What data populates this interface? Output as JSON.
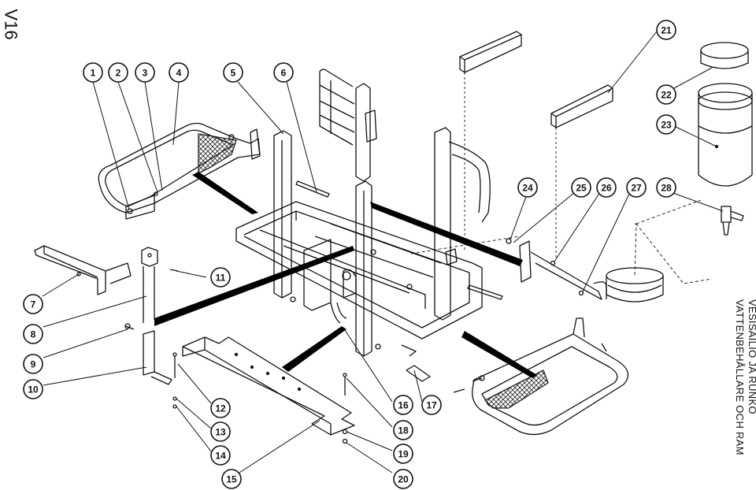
{
  "page_id": "V16",
  "title_lines": [
    "VESISÄILIÖ JA RUNKO",
    "VATTENBEHÅLLARE OCH RAM"
  ],
  "callouts": [
    "1",
    "2",
    "3",
    "4",
    "5",
    "6",
    "7",
    "8",
    "9",
    "10",
    "11",
    "12",
    "13",
    "14",
    "15",
    "16",
    "17",
    "18",
    "19",
    "20",
    "21",
    "22",
    "23",
    "24",
    "25",
    "26",
    "27",
    "28"
  ]
}
